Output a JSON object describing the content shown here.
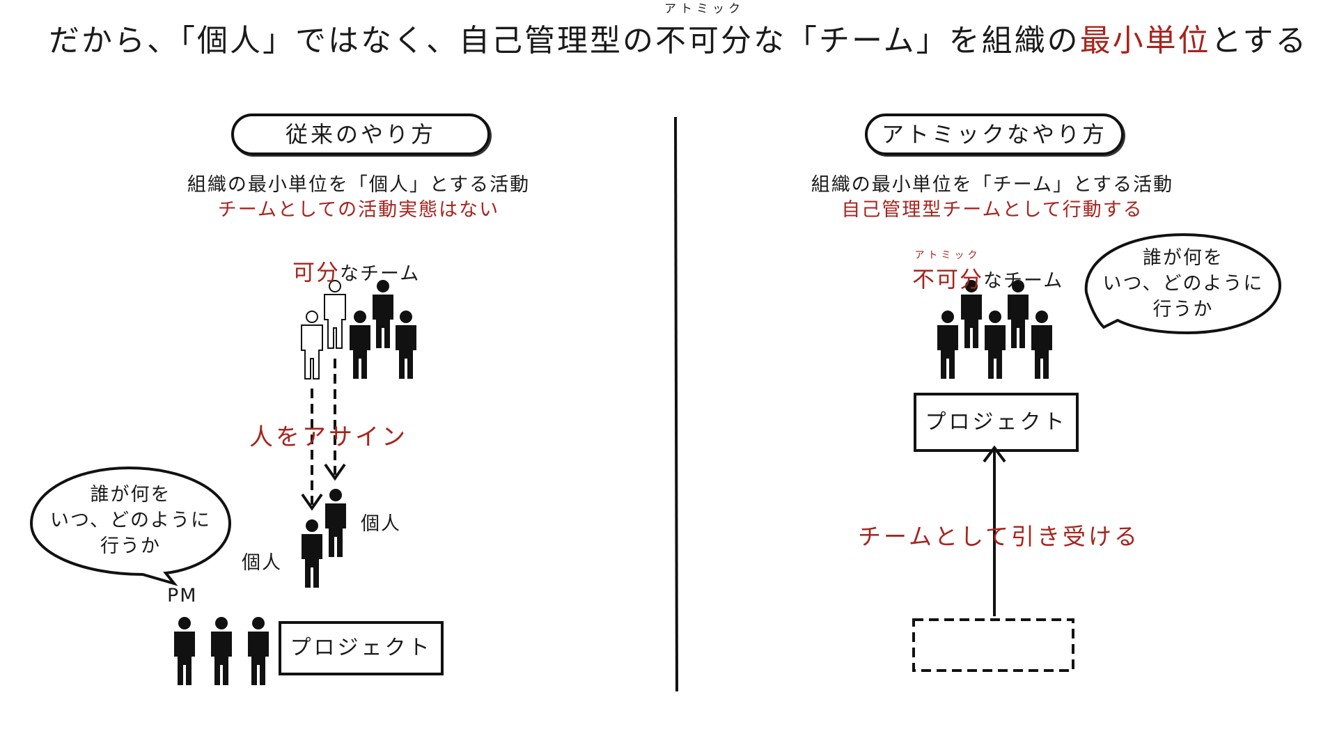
{
  "title": {
    "prefix": "だから、「個人」ではなく、自己管理型の",
    "ruby_base": "不可分",
    "ruby_text": "アトミック",
    "middle": "な「チーム」を組織の",
    "highlight": "最小単位",
    "suffix": "とする"
  },
  "colors": {
    "accent": "#a8231c",
    "ink": "#111111"
  },
  "left": {
    "heading": "従来のやり方",
    "desc_line1": "組織の最小単位を「個人」とする活動",
    "desc_line2": "チームとしての活動実態はない",
    "team_label_red": "可分",
    "team_label_rest": "なチーム",
    "assign_label": "人をアサイン",
    "individual_label_1": "個人",
    "individual_label_2": "個人",
    "bubble_lines": [
      "誰が何を",
      "いつ、どのように",
      "行うか"
    ],
    "pm_label": "PM",
    "project_label": "プロジェクト"
  },
  "right": {
    "heading": "アトミックなやり方",
    "desc_line1": "組織の最小単位を「チーム」とする活動",
    "desc_line2": "自己管理型チームとして行動する",
    "team_ruby": "アトミック",
    "team_label_red": "不可分",
    "team_label_rest": "なチーム",
    "bubble_lines": [
      "誰が何を",
      "いつ、どのように",
      "行うか"
    ],
    "project_label": "プロジェクト",
    "accept_label": "チームとして引き受ける"
  }
}
